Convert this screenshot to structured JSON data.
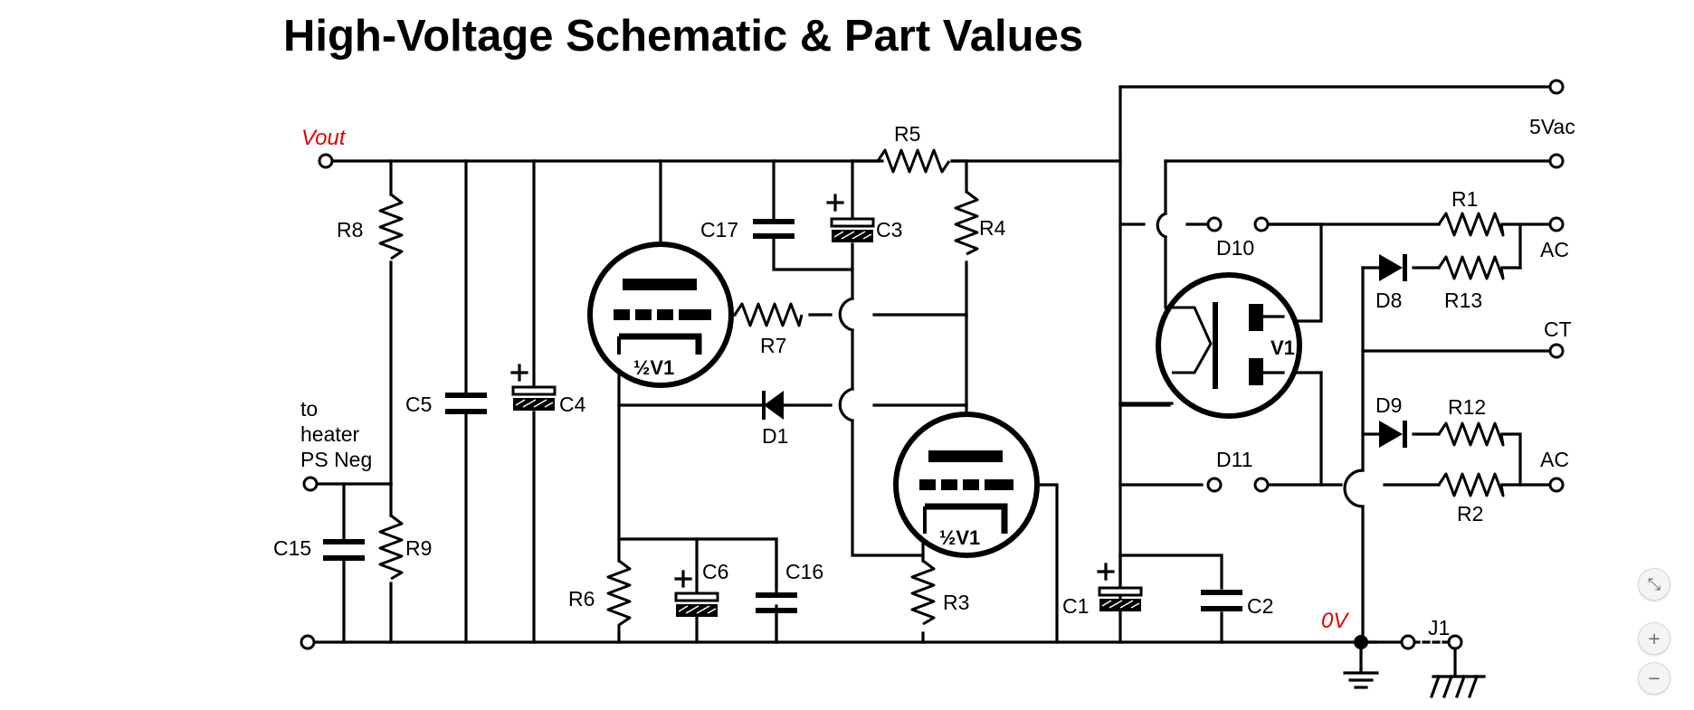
{
  "title": "High-Voltage Schematic & Part Values",
  "labels": {
    "vout": "Vout",
    "zero_v": "0V",
    "heater_line1": "to",
    "heater_line2": "heater",
    "heater_line3": "PS Neg",
    "r1": "R1",
    "r2": "R2",
    "r3": "R3",
    "r4": "R4",
    "r5": "R5",
    "r6": "R6",
    "r7": "R7",
    "r8": "R8",
    "r9": "R9",
    "r12": "R12",
    "r13": "R13",
    "c1": "C1",
    "c2": "C2",
    "c3": "C3",
    "c4": "C4",
    "c5": "C5",
    "c6": "C6",
    "c15": "C15",
    "c16": "C16",
    "c17": "C17",
    "d1": "D1",
    "d8": "D8",
    "d9": "D9",
    "d10": "D10",
    "d11": "D11",
    "v1_upper": "½V1",
    "v1_lower": "½V1",
    "v1_rect": "V1",
    "j1": "J1",
    "ac_top": "AC",
    "ac_bottom": "AC",
    "ct": "CT",
    "vac5": "5Vac"
  },
  "controls": {
    "fit_icon": "⤡",
    "zoom_in": "+",
    "zoom_out": "−"
  },
  "colors": {
    "accent_label": "#e00000",
    "line": "#000000"
  }
}
